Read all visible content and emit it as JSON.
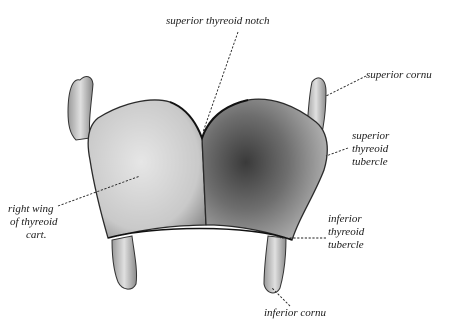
{
  "figure": {
    "labels": {
      "superior_thyroid_notch": "superior thyreoid notch",
      "superior_cornu": "superior cornu",
      "superior_thyroid_tubercle": [
        "superior",
        "thyreoid",
        "tubercle"
      ],
      "right_wing": [
        "right wing",
        "of thyreoid",
        "cart."
      ],
      "inferior_thyroid_tubercle": [
        "inferior",
        "thyreoid",
        "tubercle"
      ],
      "inferior_cornu": "inferior cornu"
    }
  }
}
